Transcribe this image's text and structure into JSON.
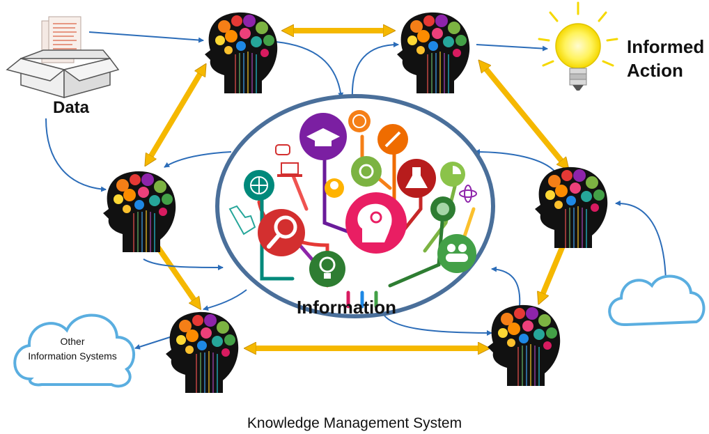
{
  "labels": {
    "data": "Data",
    "informed_action_line1": "Informed",
    "informed_action_line2": "Action",
    "information": "Information",
    "other_systems_line1": "Other",
    "other_systems_line2": "Information Systems",
    "caption": "Knowledge Management System"
  },
  "colors": {
    "gold_arrow": "#f5b800",
    "blue_arrow": "#2b6cb8",
    "ellipse_stroke": "#4a6f9a",
    "cloud_stroke": "#5aaee0",
    "head": "#111111",
    "bulb_glow": "#fff35c"
  },
  "icons": [
    "data-box-icon",
    "light-bulb-icon",
    "cloud-icon",
    "head-icon",
    "graduation-cap-icon",
    "magnifier-icon",
    "globe-icon",
    "flask-icon",
    "gear-icon",
    "lightbulb-idea-icon",
    "people-icon",
    "pencil-icon",
    "earth-icon"
  ]
}
